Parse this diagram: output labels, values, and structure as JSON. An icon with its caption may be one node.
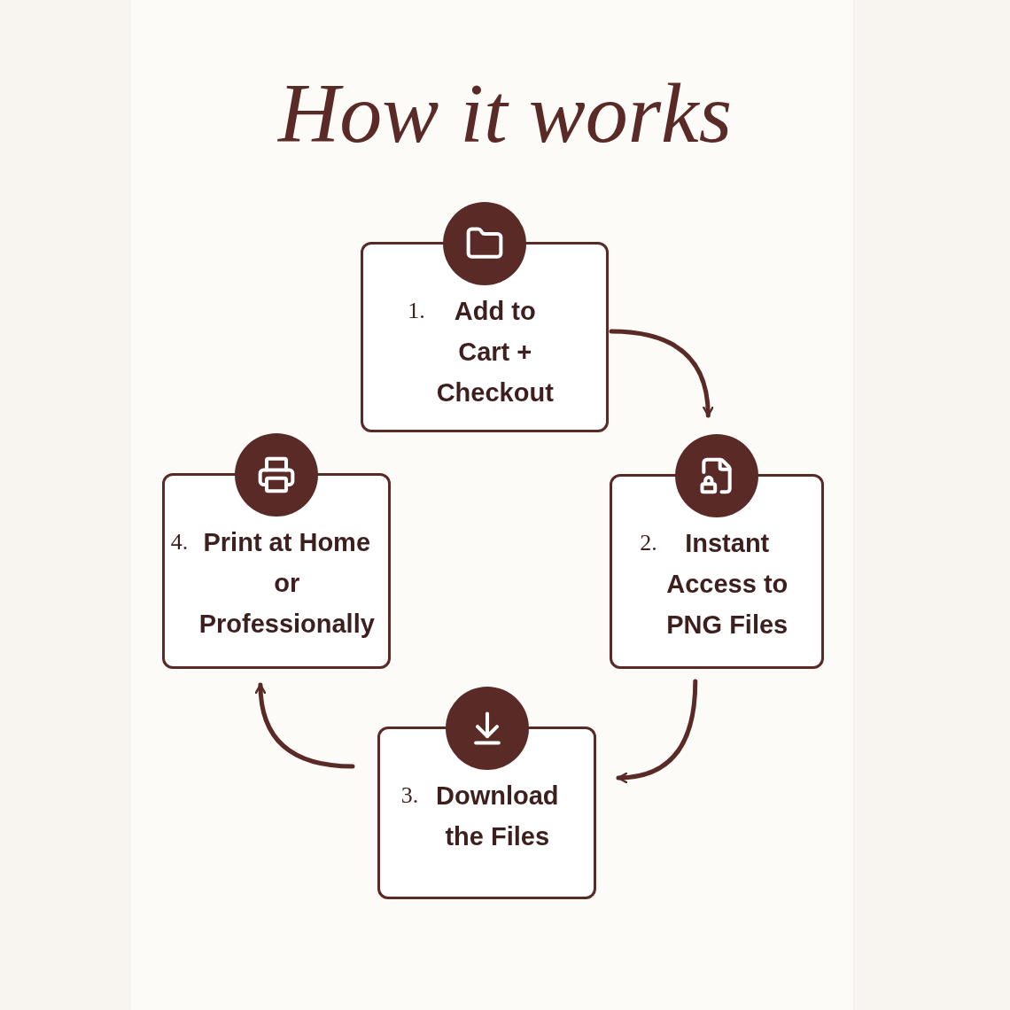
{
  "diagram": {
    "title": "How it works",
    "nodes": [
      {
        "text": [
          "1.",
          "Add to Cart + Checkout"
        ]
      },
      {
        "text": [
          "2.",
          "Instant Access to PNG Files"
        ]
      },
      {
        "text": [
          "3.",
          "Download the Files"
        ]
      },
      {
        "text": [
          "4.",
          "Print at Home or Professionally"
        ]
      }
    ],
    "edges": [
      {
        "from": 0,
        "to": 1,
        "arrow": "to"
      },
      {
        "from": 1,
        "to": 2,
        "arrow": "to"
      },
      {
        "from": 2,
        "to": 3,
        "arrow": "to"
      }
    ]
  }
}
